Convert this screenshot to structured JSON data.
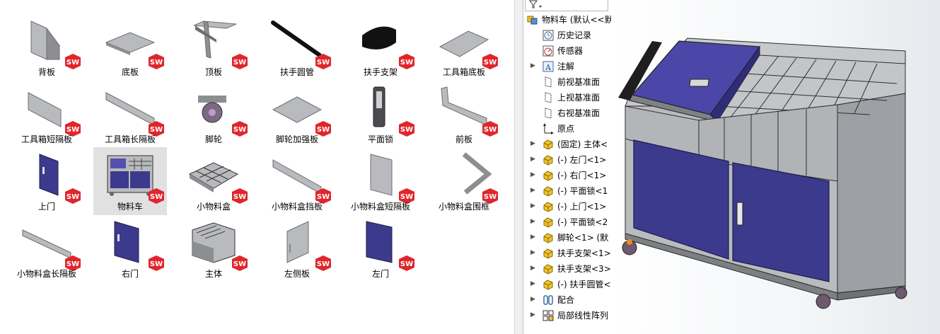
{
  "explorer": {
    "items": [
      {
        "label": "背板",
        "icon": "back-panel-part-icon"
      },
      {
        "label": "底板",
        "icon": "bottom-plate-part-icon"
      },
      {
        "label": "顶板",
        "icon": "top-plate-part-icon"
      },
      {
        "label": "扶手圆管",
        "icon": "handle-tube-part-icon"
      },
      {
        "label": "扶手支架",
        "icon": "handle-bracket-part-icon"
      },
      {
        "label": "工具箱底板",
        "icon": "toolbox-bottom-part-icon"
      },
      {
        "label": "工具箱短隔板",
        "icon": "toolbox-short-divider-part-icon"
      },
      {
        "label": "工具箱长隔板",
        "icon": "toolbox-long-divider-part-icon"
      },
      {
        "label": "脚轮",
        "icon": "caster-part-icon"
      },
      {
        "label": "脚轮加强板",
        "icon": "caster-plate-part-icon"
      },
      {
        "label": "平面锁",
        "icon": "flat-lock-part-icon"
      },
      {
        "label": "前板",
        "icon": "front-panel-part-icon"
      },
      {
        "label": "上门",
        "icon": "upper-door-part-icon"
      },
      {
        "label": "物料车",
        "icon": "material-cart-assembly-icon"
      },
      {
        "label": "小物料盒",
        "icon": "small-parts-box-part-icon"
      },
      {
        "label": "小物料盒挡板",
        "icon": "box-baffle-part-icon"
      },
      {
        "label": "小物料盒短隔板",
        "icon": "box-short-divider-part-icon"
      },
      {
        "label": "小物料盒围框",
        "icon": "box-frame-part-icon"
      },
      {
        "label": "小物料盒长隔板",
        "icon": "box-long-divider-part-icon"
      },
      {
        "label": "右门",
        "icon": "right-door-part-icon"
      },
      {
        "label": "主体",
        "icon": "main-body-part-icon"
      },
      {
        "label": "左侧板",
        "icon": "left-side-panel-part-icon"
      },
      {
        "label": "左门",
        "icon": "left-door-part-icon"
      }
    ],
    "badge_text": "SW",
    "selected_label": "物料车"
  },
  "tree": {
    "filter_icon": "filter-icon",
    "rows": [
      {
        "label": "物料车 (默认<<默",
        "icon": "assembly-icon",
        "expander": "",
        "indent": 0
      },
      {
        "label": "历史记录",
        "icon": "history-icon",
        "expander": "",
        "indent": 1
      },
      {
        "label": "传感器",
        "icon": "sensor-icon",
        "expander": "",
        "indent": 1
      },
      {
        "label": "注解",
        "icon": "annotation-icon",
        "expander": "▶",
        "indent": 1
      },
      {
        "label": "前视基准面",
        "icon": "plane-icon",
        "expander": "",
        "indent": 1
      },
      {
        "label": "上视基准面",
        "icon": "plane-icon",
        "expander": "",
        "indent": 1
      },
      {
        "label": "右视基准面",
        "icon": "plane-icon",
        "expander": "",
        "indent": 1
      },
      {
        "label": "原点",
        "icon": "origin-icon",
        "expander": "",
        "indent": 1
      },
      {
        "label": "(固定) 主体<",
        "icon": "part-icon",
        "expander": "▶",
        "indent": 1
      },
      {
        "label": "(-) 左门<1>",
        "icon": "part-icon",
        "expander": "▶",
        "indent": 1
      },
      {
        "label": "(-) 右门<1>",
        "icon": "part-icon",
        "expander": "▶",
        "indent": 1
      },
      {
        "label": "(-) 平面锁<1",
        "icon": "part-icon",
        "expander": "▶",
        "indent": 1
      },
      {
        "label": "(-) 上门<1>",
        "icon": "part-icon",
        "expander": "▶",
        "indent": 1
      },
      {
        "label": "(-) 平面锁<2",
        "icon": "part-icon",
        "expander": "▶",
        "indent": 1
      },
      {
        "label": "脚轮<1> (默",
        "icon": "part-icon",
        "expander": "▶",
        "indent": 1
      },
      {
        "label": "扶手支架<1>",
        "icon": "part-icon",
        "expander": "▶",
        "indent": 1
      },
      {
        "label": "扶手支架<3>",
        "icon": "part-icon",
        "expander": "▶",
        "indent": 1
      },
      {
        "label": "(-) 扶手圆管<",
        "icon": "part-icon",
        "expander": "▶",
        "indent": 1
      },
      {
        "label": "配合",
        "icon": "mates-icon",
        "expander": "▶",
        "indent": 1
      },
      {
        "label": "局部线性阵列",
        "icon": "pattern-icon",
        "expander": "▶",
        "indent": 1
      }
    ]
  },
  "viewport": {
    "model": "material-cart-3d-model",
    "colors": {
      "door": "#3c3a8c",
      "door_top": "#4b47a8",
      "body": "#b7b9bc",
      "body_dark": "#8e9194",
      "edge": "#2b2b2b"
    }
  },
  "colors": {
    "sw_red": "#e0262b",
    "tree_blue": "#3a6ea5",
    "part_yellow": "#f2c230",
    "selection": "#e1e1e1"
  }
}
